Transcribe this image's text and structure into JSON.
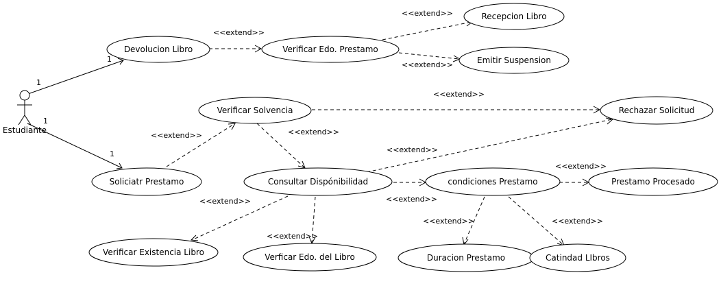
{
  "actor": {
    "name": "Estudiante"
  },
  "use_cases": {
    "devolucion": "Devolucion Libro",
    "verificar_edo_prestamo": "Verificar Edo. Prestamo",
    "recepcion": "Recepcion Libro",
    "emitir": "Emitir Suspension",
    "verificar_solvencia": "Verificar Solvencia",
    "rechazar": "Rechazar Solicitud",
    "solicitar": "Soliciatr Prestamo",
    "consultar": "Consultar Dispónibilidad",
    "condiciones": "condiciones Prestamo",
    "procesado": "Prestamo Procesado",
    "existencia": "Verificar Existencia Libro",
    "edo_libro": "Verficar Edo. del Libro",
    "duracion": "Duracion Prestamo",
    "cantidad": "Catindad LIbros"
  },
  "labels": {
    "extend": "<<extend>>",
    "multiplicity_one": "1"
  }
}
